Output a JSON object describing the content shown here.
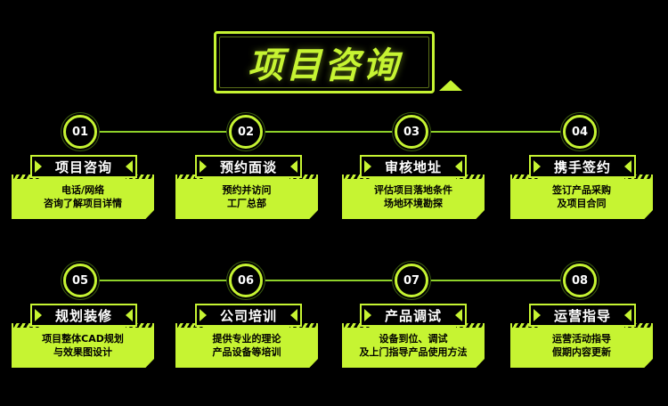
{
  "title": "项目咨询",
  "colors": {
    "accent": "#c6f432",
    "background": "#000000",
    "line": "#8ed12a"
  },
  "steps": [
    {
      "num": "01",
      "name": "项目咨询",
      "lines": [
        "电话/网络",
        "咨询了解项目详情"
      ]
    },
    {
      "num": "02",
      "name": "预约面谈",
      "lines": [
        "预约并访问",
        "工厂总部"
      ]
    },
    {
      "num": "03",
      "name": "审核地址",
      "lines": [
        "评估项目落地条件",
        "场地环境勘探"
      ]
    },
    {
      "num": "04",
      "name": "携手签约",
      "lines": [
        "签订产品采购",
        "及项目合同"
      ]
    },
    {
      "num": "05",
      "name": "规划装修",
      "lines": [
        "项目整体CAD规划",
        "与效果图设计"
      ]
    },
    {
      "num": "06",
      "name": "公司培训",
      "lines": [
        "提供专业的理论",
        "产品设备等培训"
      ]
    },
    {
      "num": "07",
      "name": "产品调试",
      "lines": [
        "设备到位、调试",
        "及上门指导产品使用方法"
      ]
    },
    {
      "num": "08",
      "name": "运营指导",
      "lines": [
        "运营活动指导",
        "假期内容更新"
      ]
    }
  ]
}
